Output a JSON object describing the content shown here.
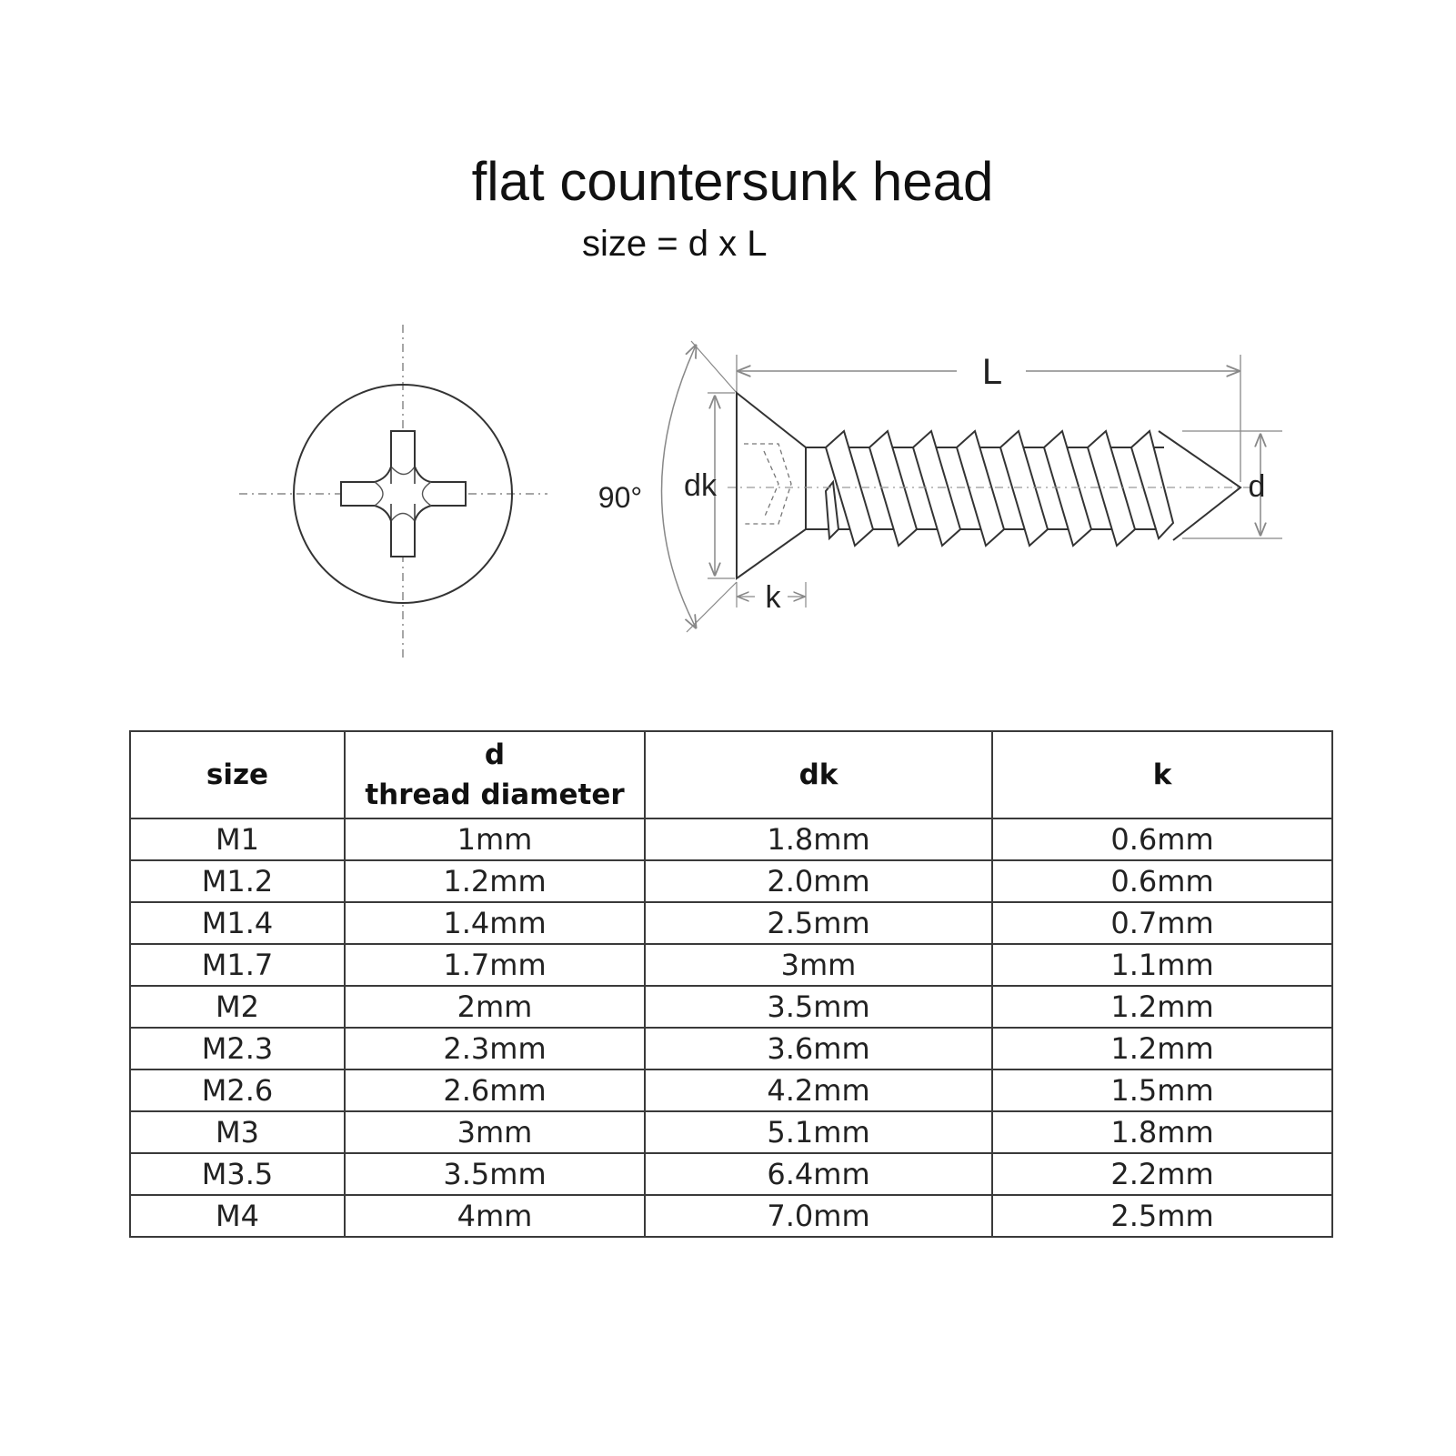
{
  "title": "flat countersunk head",
  "subtitle": "size = d x L",
  "diagram": {
    "labels": {
      "length": "L",
      "angle": "90°",
      "head_diameter": "dk",
      "head_height": "k",
      "thread_diameter": "d"
    }
  },
  "table": {
    "headers": {
      "size": "size",
      "d_symbol": "d",
      "d_name": "thread diameter",
      "dk": "dk",
      "k": "k"
    },
    "rows": [
      {
        "size": "M1",
        "d": "1mm",
        "dk": "1.8mm",
        "k": "0.6mm"
      },
      {
        "size": "M1.2",
        "d": "1.2mm",
        "dk": "2.0mm",
        "k": "0.6mm"
      },
      {
        "size": "M1.4",
        "d": "1.4mm",
        "dk": "2.5mm",
        "k": "0.7mm"
      },
      {
        "size": "M1.7",
        "d": "1.7mm",
        "dk": "3mm",
        "k": "1.1mm"
      },
      {
        "size": "M2",
        "d": "2mm",
        "dk": "3.5mm",
        "k": "1.2mm"
      },
      {
        "size": "M2.3",
        "d": "2.3mm",
        "dk": "3.6mm",
        "k": "1.2mm"
      },
      {
        "size": "M2.6",
        "d": "2.6mm",
        "dk": "4.2mm",
        "k": "1.5mm"
      },
      {
        "size": "M3",
        "d": "3mm",
        "dk": "5.1mm",
        "k": "1.8mm"
      },
      {
        "size": "M3.5",
        "d": "3.5mm",
        "dk": "6.4mm",
        "k": "2.2mm"
      },
      {
        "size": "M4",
        "d": "4mm",
        "dk": "7.0mm",
        "k": "2.5mm"
      }
    ]
  }
}
